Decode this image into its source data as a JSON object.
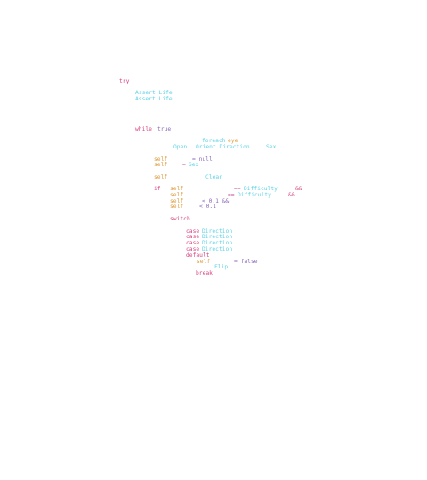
{
  "code": {
    "try": "try",
    "assert_1": "Assert.Life",
    "assert_2": "Assert.Life",
    "while": "while",
    "true": "true",
    "foreach": "foreach",
    "eye": "eye",
    "open": "Open",
    "orient_direction": "Orient Direction",
    "sex": "Sex",
    "self": "self",
    "eq_null": "= null",
    "eq": "=",
    "sex_val": "Sex",
    "clear": "Clear",
    "if": "if",
    "eqeq": "==",
    "difficulty": "Difficulty",
    "and": "&&",
    "lt_01_and": "< 0.1 &&",
    "lt_01": "< 0.1",
    "switch": "switch",
    "case": "case",
    "direction": "Direction",
    "default": "default",
    "eq_false": "= false",
    "flip": "Flip",
    "break": "break"
  },
  "colors": {
    "keyword": "#d9437f",
    "self": "#e09a3b",
    "type": "#5fd3e6",
    "operator": "#c2498f",
    "literal": "#8a6ab8",
    "background": "#ffffff"
  }
}
